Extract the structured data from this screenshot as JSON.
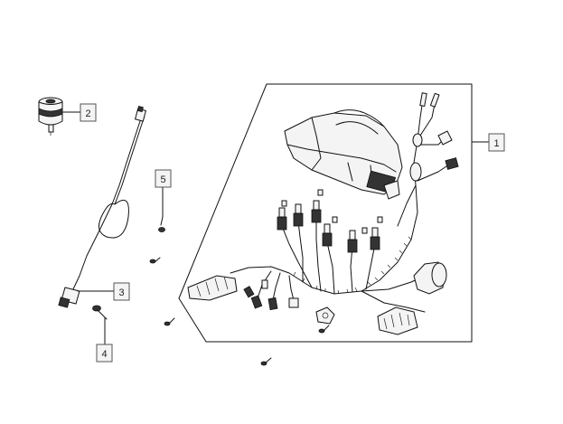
{
  "callouts": [
    {
      "id": "1",
      "label": "1"
    },
    {
      "id": "2",
      "label": "2"
    },
    {
      "id": "3",
      "label": "3"
    },
    {
      "id": "4",
      "label": "4"
    },
    {
      "id": "5",
      "label": "5"
    }
  ],
  "parts": {
    "instrument_cluster_harness": "instrument-cluster-and-wiring-harness",
    "ignition_switch": "ignition-switch",
    "speedometer_cable": "speedometer-cable",
    "screw": "screw",
    "small_screw": "small-screw"
  }
}
